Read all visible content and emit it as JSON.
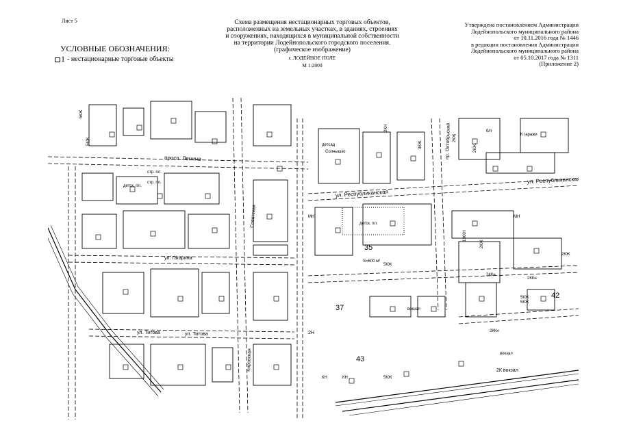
{
  "sheet_label": "Лист 5",
  "title": {
    "lines": [
      "Схема размещения нестационарных торговых объектов,",
      "расположенных на земельных участках, в зданиях, строениях",
      "и сооружениях, находящихся в муниципальной собственности",
      "на территории Лодейнопольского городского поселения.",
      "(графическое изображение)"
    ],
    "city": "г. ЛОДЕЙНОЕ ПОЛЕ",
    "scale": "М 1:2000"
  },
  "approval": {
    "lines": [
      "Утверждена постановлением Администрации",
      "Лодейнопольского муниципального района",
      "от 10.11.2016 года № 1446",
      "в редакции постановления Администрации",
      "Лодейнопольского муниципального района",
      "от 05.10.2017 года № 1311",
      "(Приложение 2)"
    ]
  },
  "legend": {
    "title": "УСЛОВНЫЕ ОБОЗНАЧЕНИЯ:",
    "number": "1",
    "text": "- нестационарные торговые объекты"
  },
  "map": {
    "street_labels": [
      "просп. Ленина",
      "ул. Республиканская",
      "ул. Республиканская",
      "ул. Гагарина",
      "ул. Титова",
      "ул. Титова",
      "пр. Октябрьский",
      "Кировская",
      "Советская"
    ],
    "place_labels": [
      "детск. пл.",
      "детск. пл.",
      "вокзал",
      "вокзал",
      "стр. пл.",
      "стр. пл.",
      "б/п",
      "S=600 м²",
      "К гаражи",
      "Солнышко",
      "детсад"
    ],
    "object_numbers": [
      "35",
      "37",
      "42",
      "43"
    ],
    "building_codes": [
      "5КЖ",
      "5КЖ",
      "2КН",
      "2КЖ",
      "3КЖ",
      "2КЖ",
      "1ЖКН",
      "2КЖ",
      "2ККн",
      "2ККн",
      "5КЖ",
      "2КЖ",
      "2ККн",
      "2К вокзал",
      "2Н",
      "КН",
      "КН",
      "5КЖ",
      "МН",
      "МН",
      "5КЖ",
      "5КЖ"
    ]
  }
}
